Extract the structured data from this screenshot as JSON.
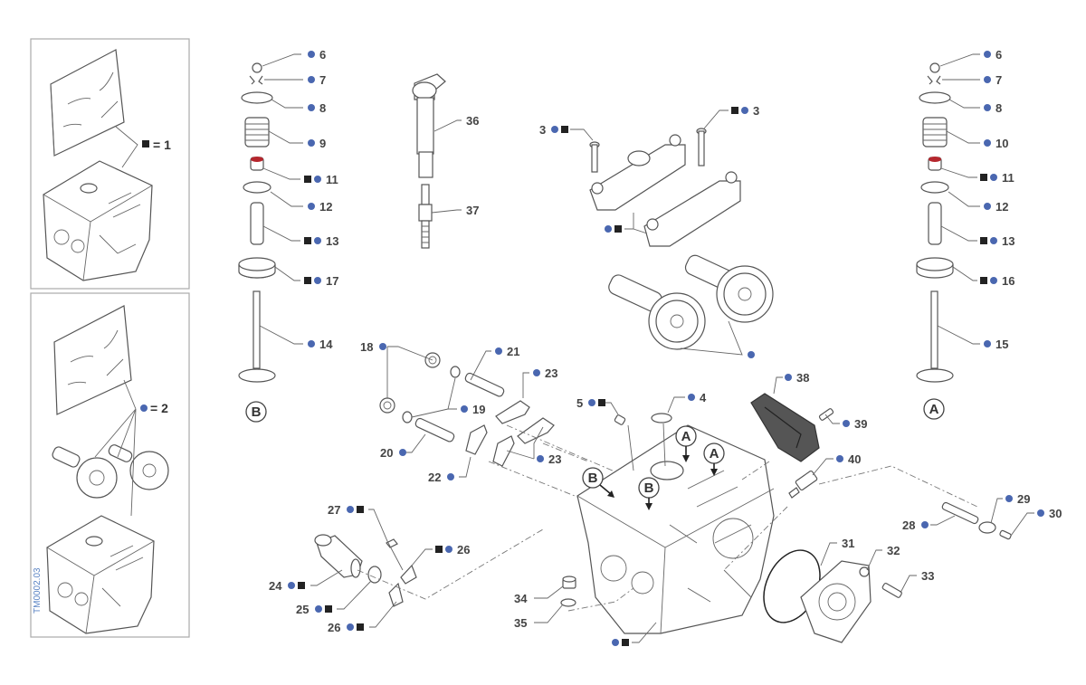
{
  "diagram": {
    "title": "Cylinder head exploded view",
    "drawing_code": "TM0002.03",
    "colors": {
      "dot": "#4a67b0",
      "square": "#222222",
      "seal_red": "#b5262d",
      "vertical_code": "#5b84c4"
    },
    "kits": [
      {
        "id": "kit-1",
        "symbol": "square",
        "label": "= 1"
      },
      {
        "id": "kit-2",
        "symbol": "dot",
        "label": "= 2"
      }
    ],
    "callouts": [
      {
        "id": "v-b-6",
        "number": "6",
        "markers": [
          "dot"
        ]
      },
      {
        "id": "v-b-7",
        "number": "7",
        "markers": [
          "dot"
        ]
      },
      {
        "id": "v-b-8",
        "number": "8",
        "markers": [
          "dot"
        ]
      },
      {
        "id": "v-b-9",
        "number": "9",
        "markers": [
          "dot"
        ]
      },
      {
        "id": "v-b-11",
        "number": "11",
        "markers": [
          "square",
          "dot"
        ]
      },
      {
        "id": "v-b-12",
        "number": "12",
        "markers": [
          "dot"
        ]
      },
      {
        "id": "v-b-13",
        "number": "13",
        "markers": [
          "square",
          "dot"
        ]
      },
      {
        "id": "v-b-17",
        "number": "17",
        "markers": [
          "square",
          "dot"
        ]
      },
      {
        "id": "v-b-14",
        "number": "14",
        "markers": [
          "dot"
        ]
      },
      {
        "id": "coil-36",
        "number": "36",
        "markers": []
      },
      {
        "id": "plug-37",
        "number": "37",
        "markers": []
      },
      {
        "id": "cap-3-left",
        "number": "3",
        "markers": [
          "dot",
          "square"
        ],
        "number_first": true
      },
      {
        "id": "cap-3-right",
        "number": "3",
        "markers": [
          "square",
          "dot"
        ]
      },
      {
        "id": "caps",
        "number": "",
        "markers": [
          "dot",
          "square"
        ]
      },
      {
        "id": "camshafts",
        "number": "",
        "markers": [
          "dot"
        ]
      },
      {
        "id": "v-a-6",
        "number": "6",
        "markers": [
          "dot"
        ]
      },
      {
        "id": "v-a-7",
        "number": "7",
        "markers": [
          "dot"
        ]
      },
      {
        "id": "v-a-8",
        "number": "8",
        "markers": [
          "dot"
        ]
      },
      {
        "id": "v-a-10",
        "number": "10",
        "markers": [
          "dot"
        ]
      },
      {
        "id": "v-a-11",
        "number": "11",
        "markers": [
          "square",
          "dot"
        ]
      },
      {
        "id": "v-a-12",
        "number": "12",
        "markers": [
          "dot"
        ]
      },
      {
        "id": "v-a-13",
        "number": "13",
        "markers": [
          "square",
          "dot"
        ]
      },
      {
        "id": "v-a-16",
        "number": "16",
        "markers": [
          "square",
          "dot"
        ]
      },
      {
        "id": "v-a-15",
        "number": "15",
        "markers": [
          "dot"
        ]
      },
      {
        "id": "plug-18",
        "number": "18",
        "markers": [
          "dot"
        ],
        "number_first": true
      },
      {
        "id": "pin-21",
        "number": "21",
        "markers": [
          "dot"
        ]
      },
      {
        "id": "rocker-23a",
        "number": "23",
        "markers": [
          "dot"
        ]
      },
      {
        "id": "oring-19",
        "number": "19",
        "markers": [
          "dot"
        ]
      },
      {
        "id": "pin-20",
        "number": "20",
        "markers": [
          "dot"
        ],
        "number_first": true
      },
      {
        "id": "rocker-22",
        "number": "22",
        "markers": [
          "dot"
        ],
        "number_first": true
      },
      {
        "id": "rocker-23b",
        "number": "23",
        "markers": [
          "dot"
        ]
      },
      {
        "id": "jet-5",
        "number": "5",
        "markers": [
          "dot",
          "square"
        ],
        "number_first": true
      },
      {
        "id": "oring-4",
        "number": "4",
        "markers": [
          "dot"
        ]
      },
      {
        "id": "cover-38",
        "number": "38",
        "markers": [
          "dot"
        ]
      },
      {
        "id": "screw-39",
        "number": "39",
        "markers": [
          "dot"
        ]
      },
      {
        "id": "sensor-40",
        "number": "40",
        "markers": [
          "dot"
        ]
      },
      {
        "id": "screw-27",
        "number": "27",
        "markers": [
          "dot",
          "square"
        ],
        "number_first": true
      },
      {
        "id": "gasket-26a",
        "number": "26",
        "markers": [
          "square",
          "dot"
        ]
      },
      {
        "id": "manifold-24",
        "number": "24",
        "markers": [
          "dot",
          "square"
        ],
        "number_first": true
      },
      {
        "id": "oring-25",
        "number": "25",
        "markers": [
          "dot",
          "square"
        ],
        "number_first": true
      },
      {
        "id": "gasket-26b",
        "number": "26",
        "markers": [
          "dot",
          "square"
        ],
        "number_first": true
      },
      {
        "id": "nut-34",
        "number": "34",
        "markers": [],
        "number_first": true
      },
      {
        "id": "washer-35",
        "number": "35",
        "markers": [],
        "number_first": true
      },
      {
        "id": "head",
        "number": "",
        "markers": [
          "dot",
          "square"
        ]
      },
      {
        "id": "pin-28",
        "number": "28",
        "markers": [
          "dot"
        ],
        "number_first": true
      },
      {
        "id": "plate-29",
        "number": "29",
        "markers": [
          "dot"
        ]
      },
      {
        "id": "screw-30",
        "number": "30",
        "markers": [
          "dot"
        ]
      },
      {
        "id": "oring-31",
        "number": "31",
        "markers": []
      },
      {
        "id": "cover-32",
        "number": "32",
        "markers": []
      },
      {
        "id": "screw-33",
        "number": "33",
        "markers": []
      }
    ],
    "reference_letters": [
      {
        "id": "valve-b-ref",
        "letter": "B"
      },
      {
        "id": "valve-a-ref",
        "letter": "A"
      },
      {
        "id": "head-a1",
        "letter": "A"
      },
      {
        "id": "head-a2",
        "letter": "A"
      },
      {
        "id": "head-b1",
        "letter": "B"
      },
      {
        "id": "head-b2",
        "letter": "B"
      }
    ]
  }
}
